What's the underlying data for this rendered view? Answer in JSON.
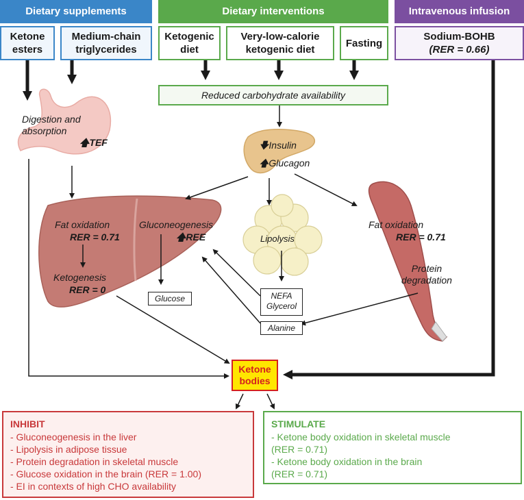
{
  "headers": {
    "supplements": "Dietary supplements",
    "interventions": "Dietary interventions",
    "infusion": "Intravenous infusion"
  },
  "sources": {
    "ketone_esters": [
      "Ketone",
      "esters"
    ],
    "mct": [
      "Medium-chain",
      "triglycerides"
    ],
    "ketogenic_diet": [
      "Ketogenic",
      "diet"
    ],
    "vlckd": [
      "Very-low-calorie",
      "ketogenic diet"
    ],
    "fasting": "Fasting",
    "sodium_bohb": "Sodium-BOHB",
    "sodium_bohb_rer": "(RER = 0.66)"
  },
  "reduced_carb": "Reduced carbohydrate availability",
  "gut": {
    "label": [
      "Digestion and",
      "absorption"
    ],
    "tef": "TEF"
  },
  "pancreas": {
    "insulin": "Insulin",
    "glucagon": "Glucagon"
  },
  "liver": {
    "fat_oxidation": "Fat oxidation",
    "rer_fat": "RER = 0.71",
    "ketogenesis": "Ketogenesis",
    "rer_keto": "RER = 0",
    "gluconeogenesis": "Gluconeogenesis",
    "ree": "REE",
    "glucose": "Glucose"
  },
  "adipose": {
    "lipolysis": "Lipolysis",
    "nefa": "NEFA",
    "glycerol": "Glycerol",
    "alanine": "Alanine"
  },
  "muscle": {
    "fat_oxidation": "Fat oxidation",
    "rer": "RER = 0.71",
    "protein": [
      "Protein",
      "degradation"
    ]
  },
  "ketone_bodies": [
    "Ketone",
    "bodies"
  ],
  "inhibit": {
    "title": "INHIBIT",
    "items": [
      "- Gluconeogenesis in the liver",
      "- Lipolysis in adipose tissue",
      "- Protein degradation in skeletal muscle",
      "- Glucose oxidation in the brain (RER = 1.00)",
      "- EI in contexts of high CHO availability"
    ]
  },
  "stimulate": {
    "title": "STIMULATE",
    "items": [
      "- Ketone body oxidation in skeletal muscle",
      "(RER = 0.71)",
      "- Ketone body oxidation in the brain",
      "(RER = 0.71)"
    ]
  },
  "colors": {
    "blue": "#3a86c8",
    "green": "#5aa94b",
    "purple": "#7b4fa0",
    "red": "#c8383a",
    "ketone_fill": "#ffe600"
  }
}
